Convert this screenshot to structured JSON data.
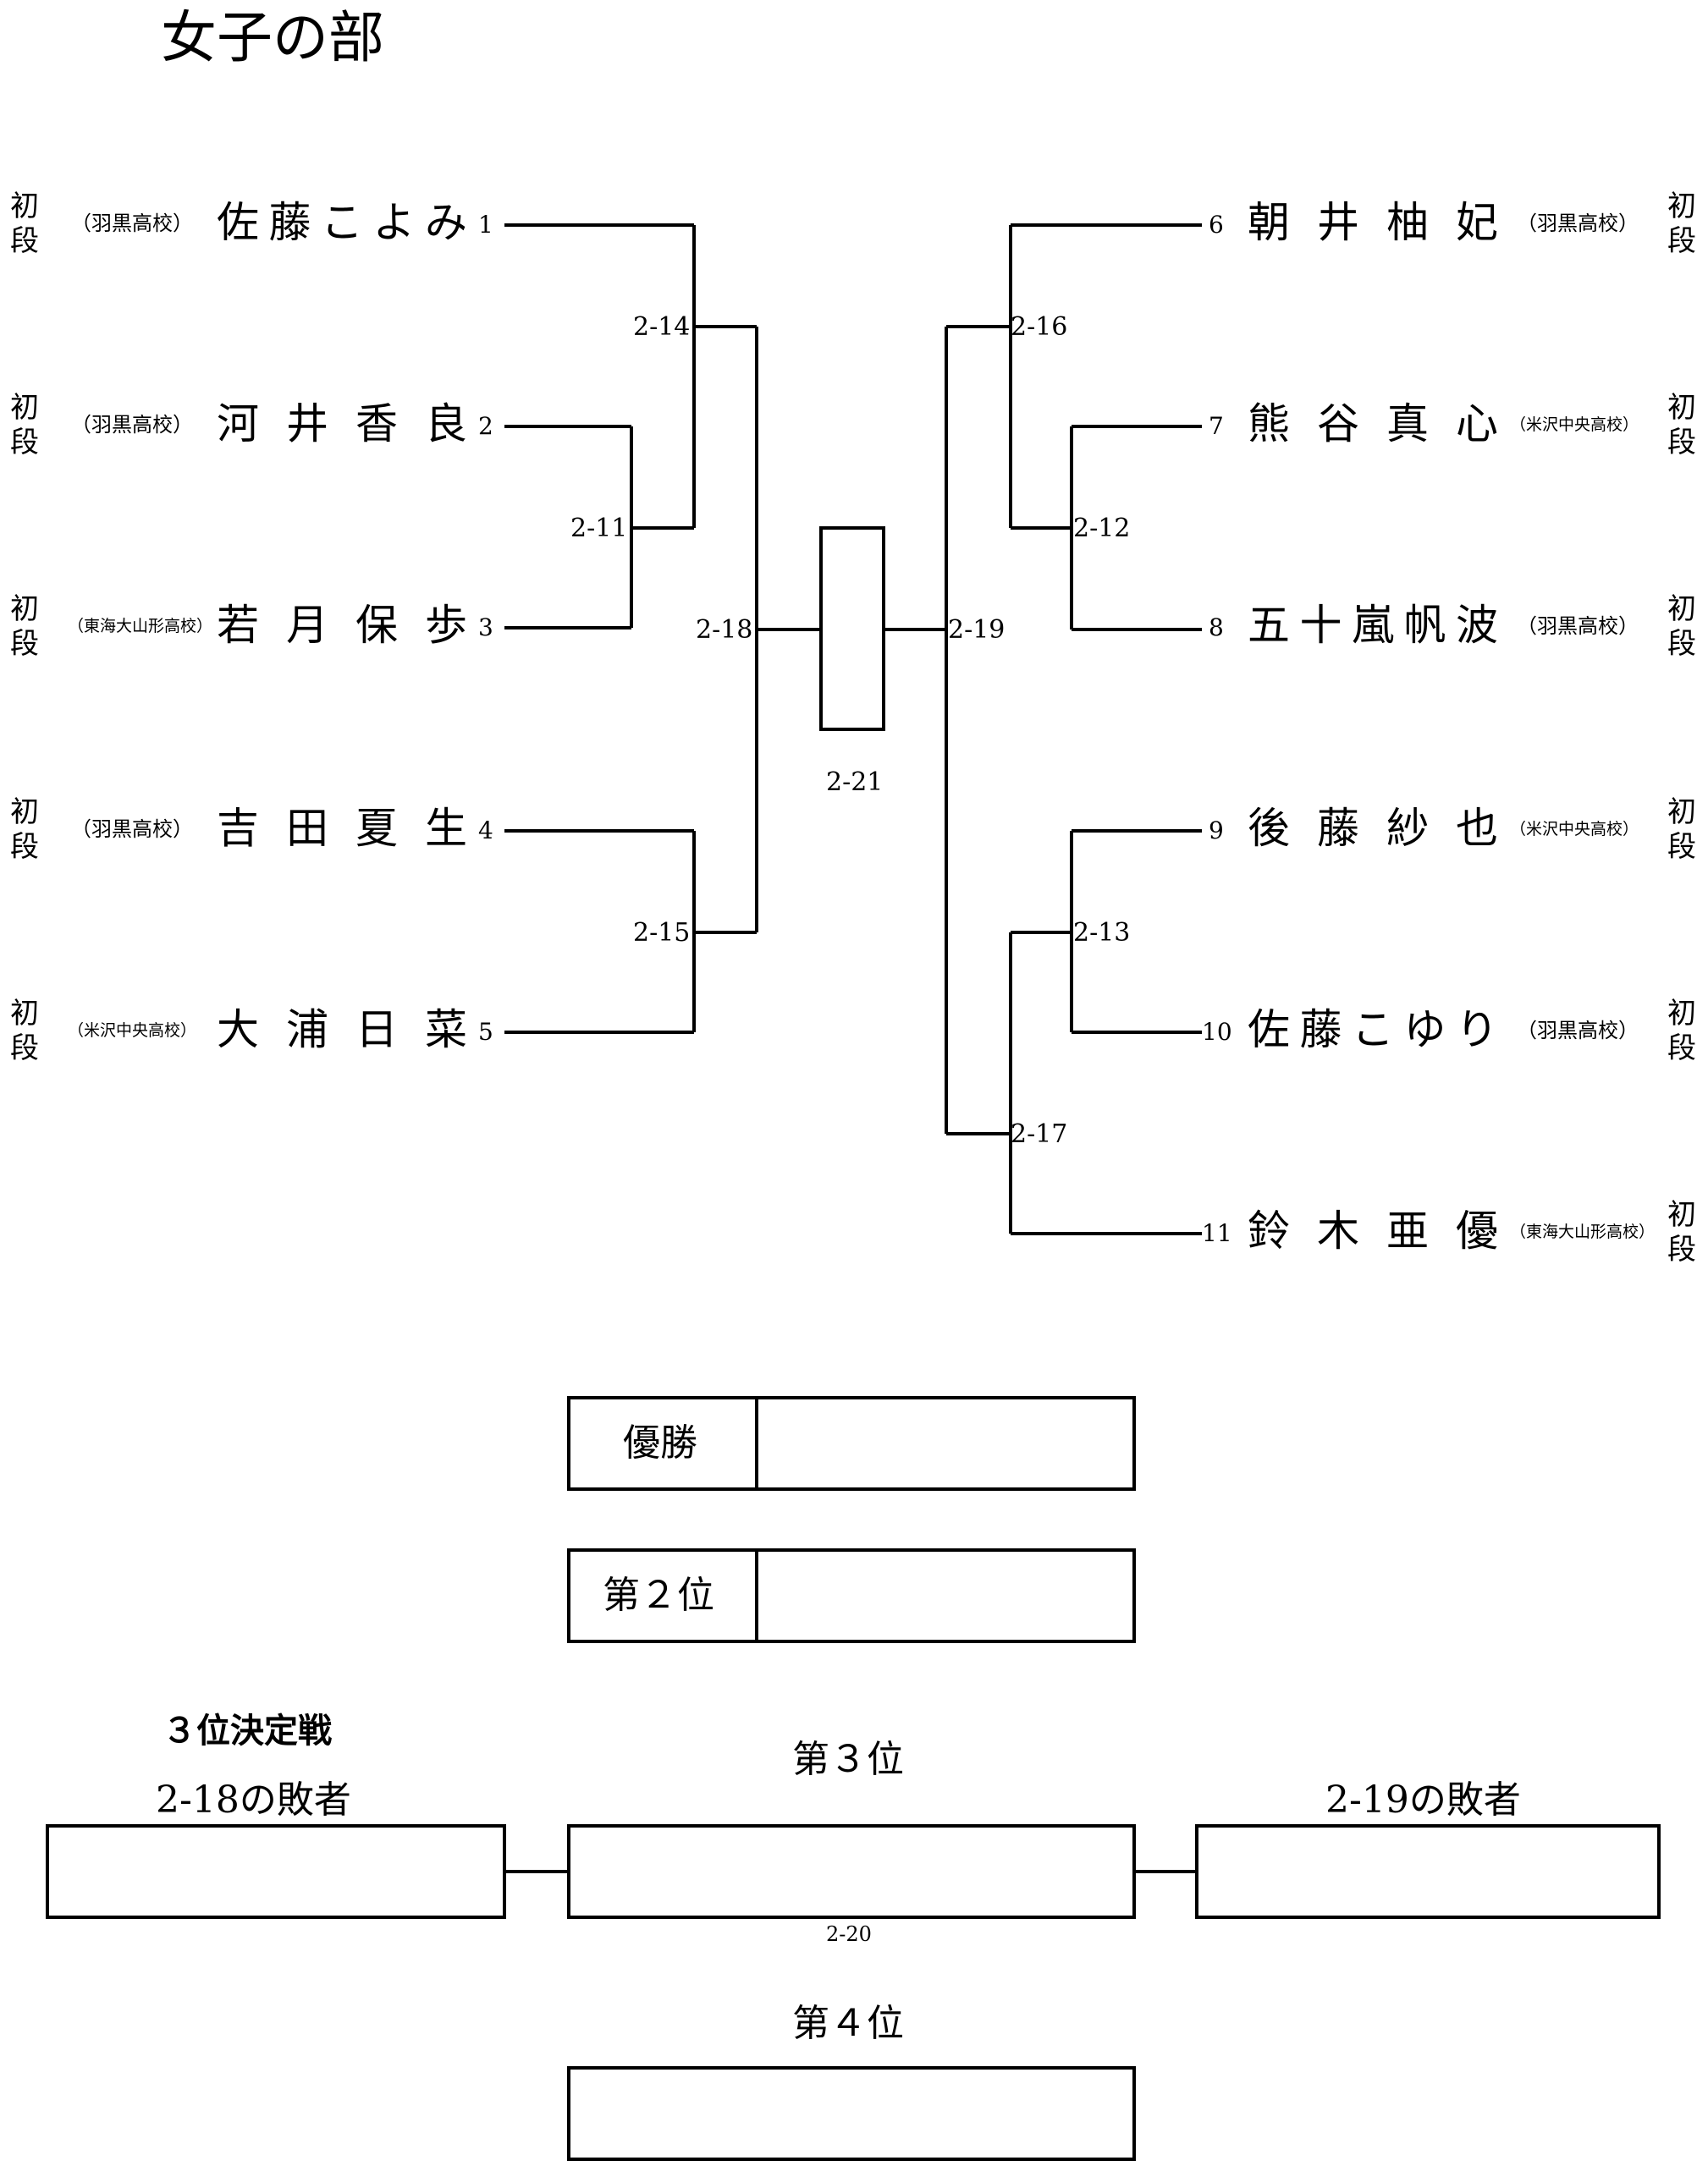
{
  "page_title": "女子の部",
  "rank_label": "初\n段",
  "left_players": [
    {
      "school": "（羽黒高校）",
      "name": [
        "佐",
        "藤",
        "こ",
        "よ",
        "み"
      ],
      "num": "1"
    },
    {
      "school": "（羽黒高校）",
      "name": [
        "河",
        "井",
        "香",
        "良"
      ],
      "num": "2"
    },
    {
      "school": "（東海大山形高校）",
      "name": [
        "若",
        "月",
        "保",
        "歩"
      ],
      "num": "3"
    },
    {
      "school": "（羽黒高校）",
      "name": [
        "吉",
        "田",
        "夏",
        "生"
      ],
      "num": "4"
    },
    {
      "school": "（米沢中央高校）",
      "name": [
        "大",
        "浦",
        "日",
        "菜"
      ],
      "num": "5"
    }
  ],
  "right_players": [
    {
      "num": "6",
      "name": [
        "朝",
        "井",
        "柚",
        "妃"
      ],
      "school": "（羽黒高校）"
    },
    {
      "num": "7",
      "name": [
        "熊",
        "谷",
        "真",
        "心"
      ],
      "school": "（米沢中央高校）"
    },
    {
      "num": "8",
      "name": [
        "五",
        "十",
        "嵐",
        "帆",
        "波"
      ],
      "school": "（羽黒高校）"
    },
    {
      "num": "9",
      "name": [
        "後",
        "藤",
        "紗",
        "也"
      ],
      "school": "（米沢中央高校）"
    },
    {
      "num": "10",
      "name": [
        "佐",
        "藤",
        "こ",
        "ゆ",
        "り"
      ],
      "school": "（羽黒高校）"
    },
    {
      "num": "11",
      "name": [
        "鈴",
        "木",
        "亜",
        "優"
      ],
      "school": "（東海大山形高校）"
    }
  ],
  "matches": {
    "m2_11": "2-11",
    "m2_12": "2-12",
    "m2_13": "2-13",
    "m2_14": "2-14",
    "m2_15": "2-15",
    "m2_16": "2-16",
    "m2_17": "2-17",
    "m2_18": "2-18",
    "m2_19": "2-19",
    "m2_20": "2-20",
    "m2_21": "2-21"
  },
  "results": {
    "winner_label": "優勝",
    "winner_value": "",
    "second_label": "第２位",
    "second_value": ""
  },
  "third_place": {
    "heading": "３位決定戦",
    "left_label": "2-18の敗者",
    "center_label": "第３位",
    "right_label": "2-19の敗者",
    "fourth_label": "第４位"
  }
}
